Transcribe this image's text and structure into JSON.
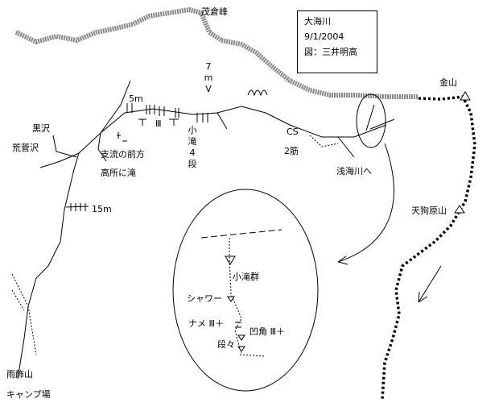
{
  "map": {
    "title": "大海川",
    "date": "9/1/2004",
    "credit": "図：三井明高",
    "labels": {
      "peak_top": "茂倉峰",
      "peak_kanayama": "金山",
      "peak_tengu": "天狗原山",
      "mountain_amakazari": "雨飾山",
      "campsite": "キャンプ場",
      "stream_kurosawa": "黒沢",
      "stream_arasugesawa": "荒菅沢",
      "tributary_front": "支流の前方",
      "high_waterfall": "高所に滝",
      "fall_15m": "15m",
      "fall_5m": "5m",
      "grade_iii": "Ⅲ",
      "fall_7m": "7 m V",
      "small_falls_4": "小滝4段",
      "cs": "CS",
      "two_streams": "2筋",
      "to_asakai": "浅海川へ"
    },
    "inset": {
      "small_falls": "小滝群",
      "shower": "シャワー",
      "name": "ナメ Ⅲ＋",
      "concave": "凹角 Ⅲ＋",
      "steps": "段々"
    }
  }
}
